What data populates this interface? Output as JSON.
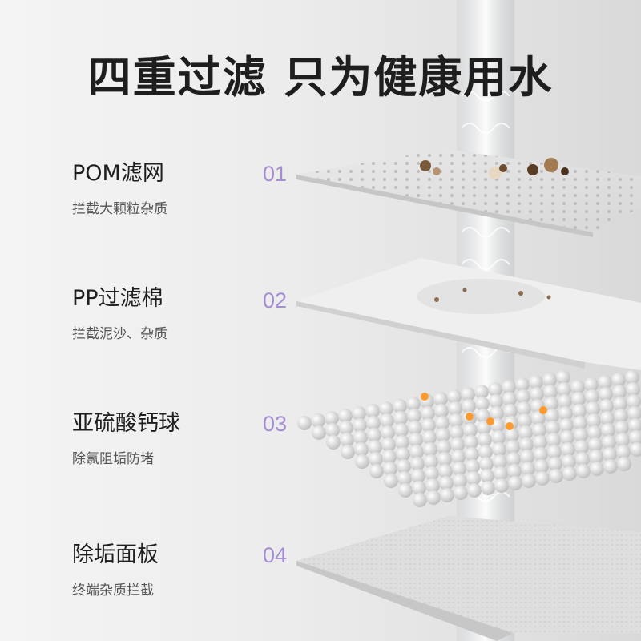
{
  "title": "四重过滤 只为健康用水",
  "layers": [
    {
      "name": "POM滤网",
      "desc": "拦截大颗粒杂质",
      "num": "01"
    },
    {
      "name": "PP过滤棉",
      "desc": "拦截泥沙、杂质",
      "num": "02"
    },
    {
      "name": "亚硫酸钙球",
      "desc": "除氯阻垢防堵",
      "num": "03"
    },
    {
      "name": "除垢面板",
      "desc": "终端杂质拦截",
      "num": "04"
    }
  ]
}
